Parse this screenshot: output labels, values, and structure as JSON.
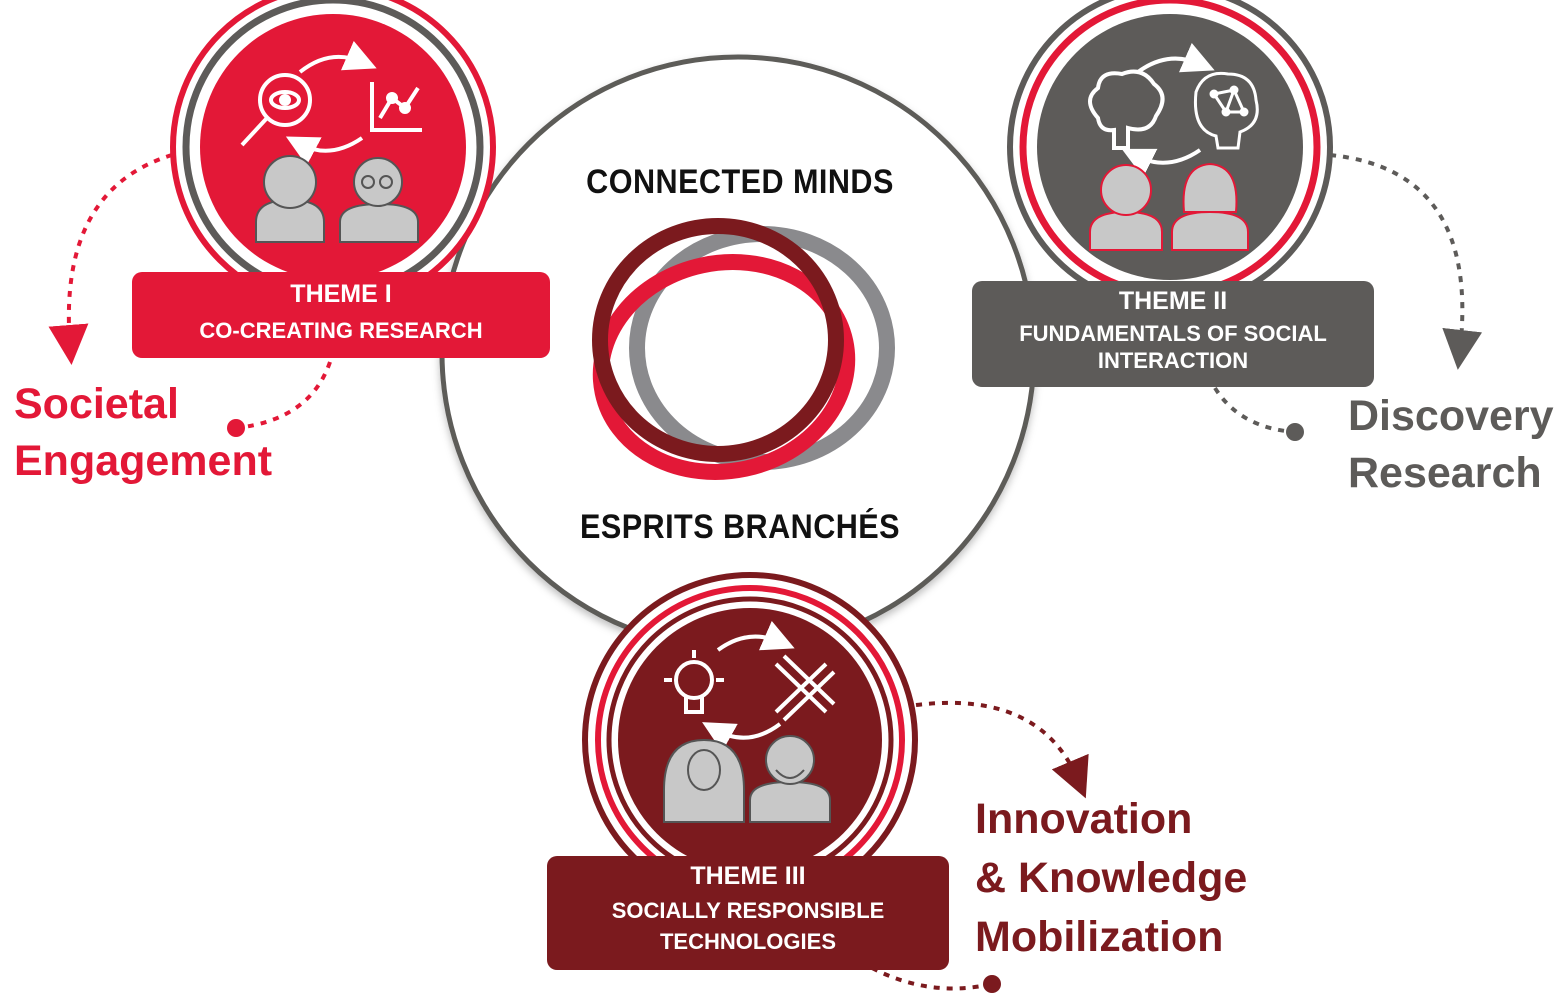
{
  "center": {
    "title": "CONNECTED MINDS",
    "subtitle": "ESPRITS BRANCHÉS"
  },
  "themes": [
    {
      "id": "theme-1",
      "title": "THEME I",
      "subtitle_line1": "CO-CREATING RESEARCH",
      "subtitle_line2": "",
      "color": "#e31837"
    },
    {
      "id": "theme-2",
      "title": "THEME II",
      "subtitle_line1": "FUNDAMENTALS OF SOCIAL",
      "subtitle_line2": "INTERACTION",
      "color": "#5d5b59"
    },
    {
      "id": "theme-3",
      "title": "THEME III",
      "subtitle_line1": "SOCIALLY RESPONSIBLE",
      "subtitle_line2": "TECHNOLOGIES",
      "color": "#7b1a1e"
    }
  ],
  "outcomes": {
    "societal": {
      "line1": "Societal",
      "line2": "Engagement",
      "color": "#e31837"
    },
    "discovery": {
      "line1": "Discovery",
      "line2": "Research",
      "color": "#5d5b59"
    },
    "innovation": {
      "line1": "Innovation",
      "line2": "& Knowledge",
      "line3": "Mobilization",
      "color": "#7b1a1e"
    }
  },
  "icons": {
    "theme1": [
      "magnifier-eye-icon",
      "line-chart-icon",
      "cycle-arrows-icon",
      "person-curly-hair-icon",
      "person-glasses-icon"
    ],
    "theme2": [
      "brain-icon",
      "neural-network-icon",
      "cycle-arrows-icon",
      "person-headband-icon",
      "person-long-hair-icon"
    ],
    "theme3": [
      "lightbulb-icon",
      "pencil-ruler-icon",
      "cycle-arrows-icon",
      "person-hijab-icon",
      "person-beard-icon"
    ]
  }
}
